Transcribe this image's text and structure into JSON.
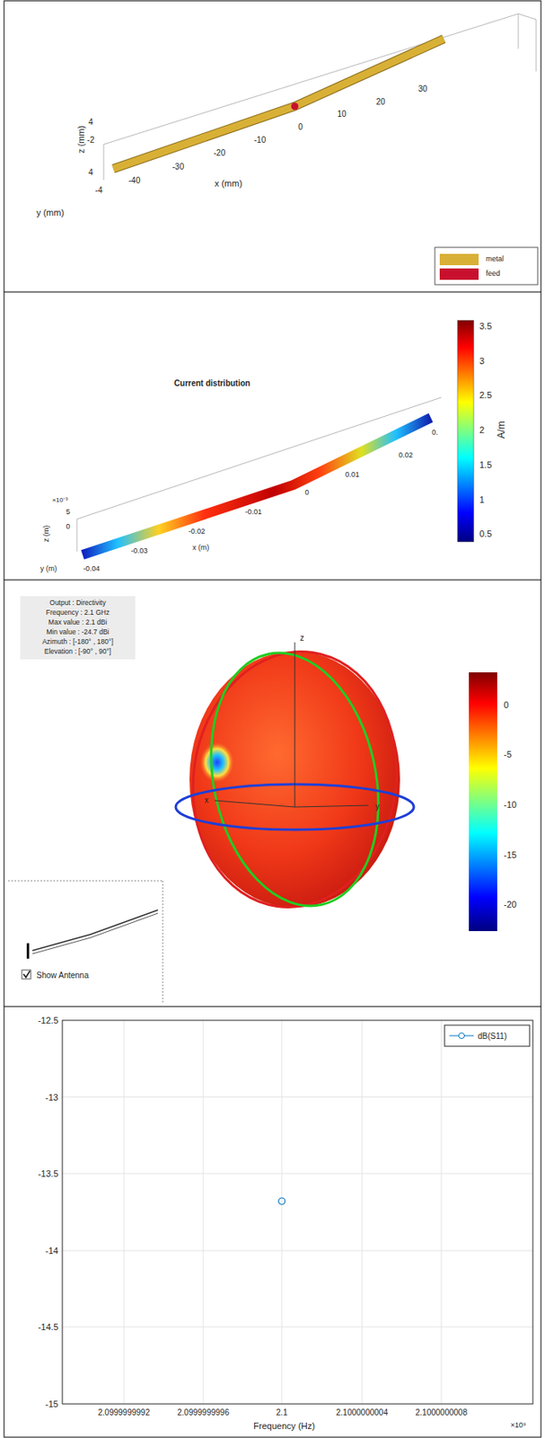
{
  "diagram": {
    "labels": [
      "z (mm)",
      "4",
      "-2",
      "4",
      "-4",
      "y (mm)",
      "-40",
      "-30",
      "-20",
      "-10",
      "0",
      "10",
      "20",
      "30",
      "x (mm)",
      "Current distribution",
      "3.5",
      "3",
      "2.5",
      "2",
      "1.5",
      "1",
      "0.5",
      "A/m",
      "×10⁻³",
      "5",
      "0",
      "z (m)",
      "y (m)",
      "-0.04",
      "-0.03",
      "-0.02",
      "-0.01",
      "0",
      "0.01",
      "0.02",
      "0.",
      "x (m)",
      "Output : Directivity",
      "Frequency : 2.1 GHz",
      "Max value : 2.1 dBi",
      "Min value : -24.7 dBi",
      "Azimuth : [-180° , 180°]",
      "Elevation : [-90° , 90°]",
      "0",
      "-5",
      "-10",
      "-15",
      "-20",
      "z",
      "x",
      "y",
      "Show Antenna",
      "-12.5",
      "-13",
      "-13.5",
      "-14",
      "-14.5",
      "-15",
      "2.0999999992",
      "2.0999999996",
      "2.1",
      "2.1000000004",
      "2.1000000008",
      "Frequency (Hz)",
      "×10⁹"
    ],
    "legend": [
      {
        "text": "metal",
        "color": "#d9b036"
      },
      {
        "text": "feed",
        "color": "#c8102e"
      },
      {
        "text": "dB(S11)"
      }
    ]
  }
}
